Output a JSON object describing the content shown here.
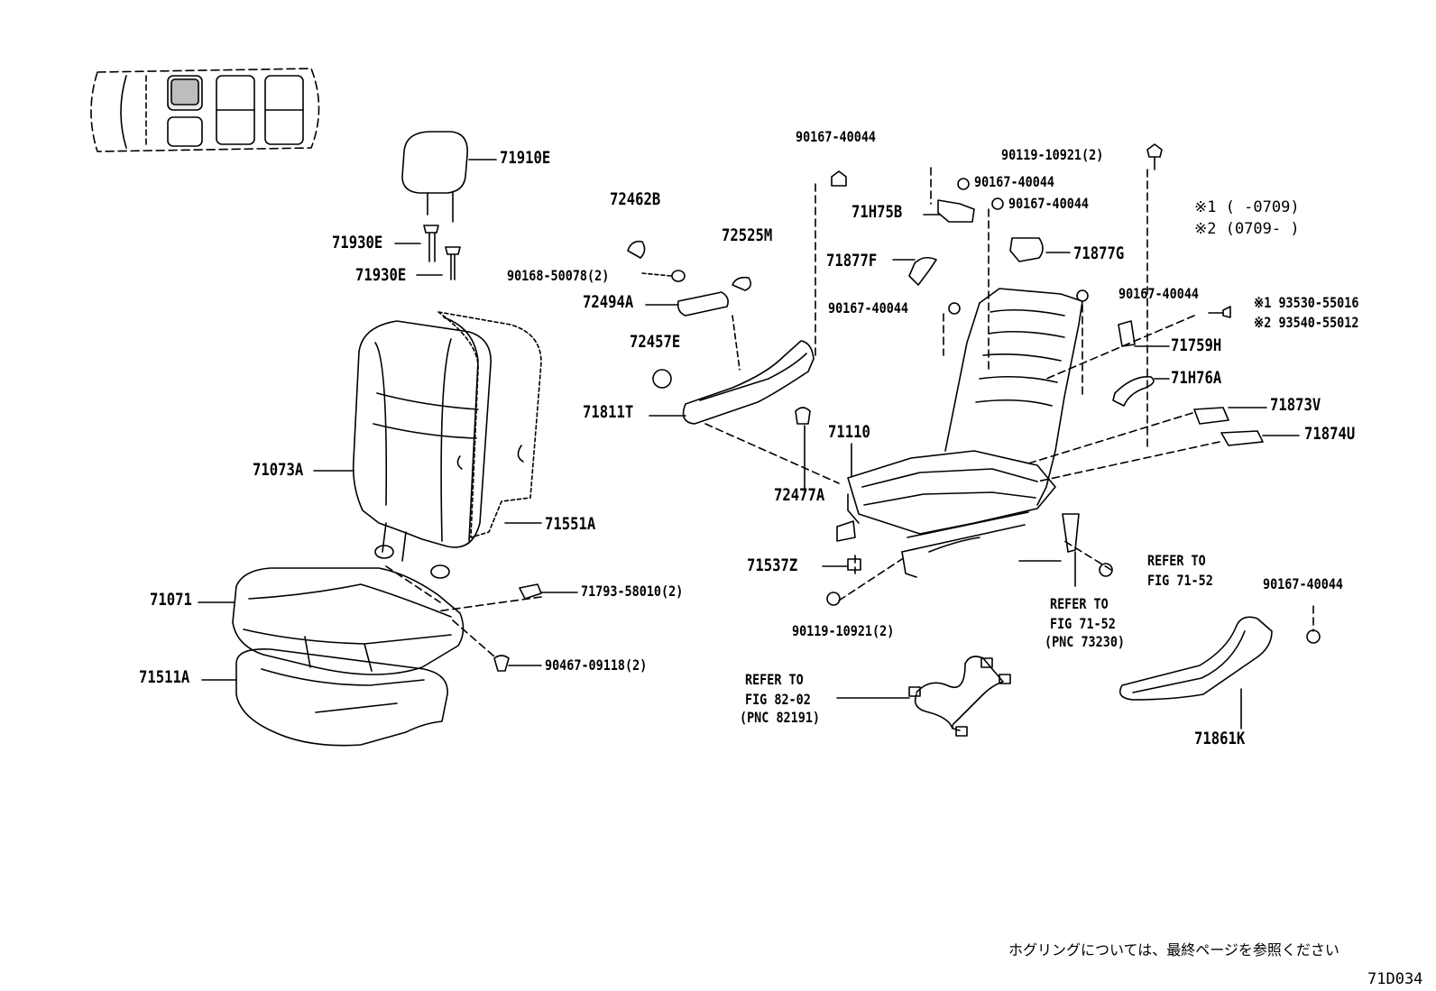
{
  "colors": {
    "ink": "#000000",
    "paper": "#ffffff"
  },
  "diagram": {
    "parts": {
      "p71910E": "71910E",
      "p71930E_a": "71930E",
      "p71930E_b": "71930E",
      "p72462B": "72462B",
      "p72525M": "72525M",
      "p90168": "90168-50078(2)",
      "p72494A": "72494A",
      "p72457E": "72457E",
      "p71811T": "71811T",
      "p72477A": "72477A",
      "p71073A": "71073A",
      "p71551A": "71551A",
      "p71071": "71071",
      "p71511A": "71511A",
      "p71793": "71793-58010(2)",
      "p90467": "90467-09118(2)",
      "p90167_top": "90167-40044",
      "p71H75B": "71H75B",
      "p90167_b": "90167-40044",
      "p90167_c": "90167-40044",
      "p71877F": "71877F",
      "p71877G": "71877G",
      "p90167_d": "90167-40044",
      "p90119_top": "90119-10921(2)",
      "p90167_e": "90167-40044",
      "p71759H": "71759H",
      "p71H76A": "71H76A",
      "p71873V": "71873V",
      "p71874U": "71874U",
      "p71110": "71110",
      "p71537Z": "71537Z",
      "p90119_bot": "90119-10921(2)",
      "p90167_f": "90167-40044",
      "p71861K": "71861K",
      "p93530": "※1 93530-55016",
      "p93540": "※2 93540-55012"
    },
    "notes": {
      "n1": "※1 (     -0709)",
      "n2": "※2 (0709-     )"
    },
    "refs": {
      "refA_1": "REFER TO",
      "refA_2": "FIG 71-52",
      "refB_1": "REFER TO",
      "refB_2": "FIG 71-52",
      "refB_3": "(PNC 73230)",
      "refC_1": "REFER TO",
      "refC_2": "FIG 82-02",
      "refC_3": "(PNC 82191)"
    },
    "footer_note": "ホグリングについては、最終ページを参照ください",
    "figure_code": "71D034"
  }
}
